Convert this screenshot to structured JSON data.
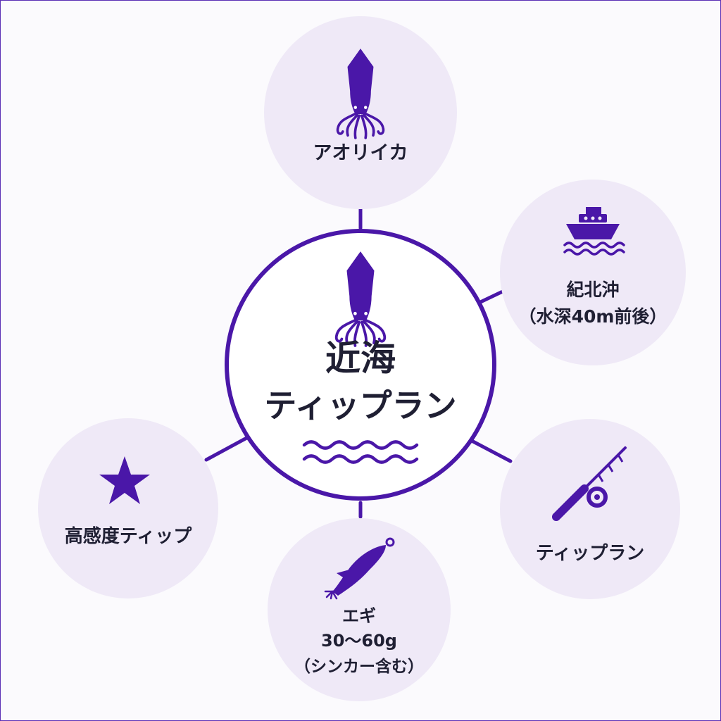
{
  "colors": {
    "accent": "#4a17a8",
    "node_fill": "#efe9f7",
    "center_fill": "#ffffff",
    "text": "#1f1f33"
  },
  "center": {
    "icon": "squid-icon",
    "title_line1": "近海",
    "title_line2": "ティップラン",
    "decoration": "waves-icon"
  },
  "nodes": {
    "top": {
      "icon": "squid-icon",
      "label": "アオリイカ"
    },
    "right_top": {
      "icon": "ship-icon",
      "label_line1": "紀北沖",
      "label_line2": "（水深40m前後）"
    },
    "right_bottom": {
      "icon": "fishing-rod-icon",
      "label": "ティップラン"
    },
    "bottom": {
      "icon": "egi-lure-icon",
      "label_line1": "エギ",
      "label_line2": "30〜60g",
      "label_line3": "（シンカー含む）"
    },
    "left": {
      "icon": "star-icon",
      "label": "高感度ティップ"
    }
  }
}
